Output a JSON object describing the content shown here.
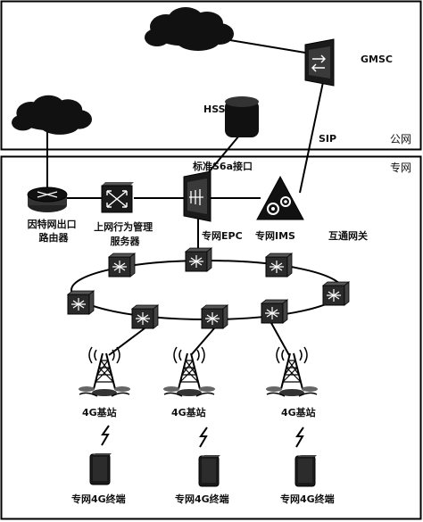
{
  "zones": {
    "public": "公网",
    "private": "专网"
  },
  "clouds": {
    "top": "",
    "internet": ""
  },
  "nodes": {
    "gmsc": "GMSC",
    "hss": "HSS",
    "router": "因特网出口\n路由器",
    "behavior_server": "上网行为管理\n服务器",
    "epc": "专网EPC",
    "ims": "专网IMS",
    "gateway": "互通网关"
  },
  "links": {
    "sip": "SIP",
    "s6a": "标准S6a接口"
  },
  "base_stations": [
    "4G基站",
    "4G基站",
    "4G基站"
  ],
  "terminals": [
    "专网4G终端",
    "专网4G终端",
    "专网4G终端"
  ],
  "colors": {
    "line": "#000000",
    "cloud": "#111111",
    "device": "#111111",
    "ring_switch": "#222222"
  },
  "icons": {
    "cloud": "cloud-icon",
    "router": "router-icon",
    "switch": "switch-icon",
    "server": "server-icon",
    "database": "database-icon",
    "gear": "gear-icon",
    "tower": "antenna-tower-icon",
    "phone": "phone-icon"
  }
}
